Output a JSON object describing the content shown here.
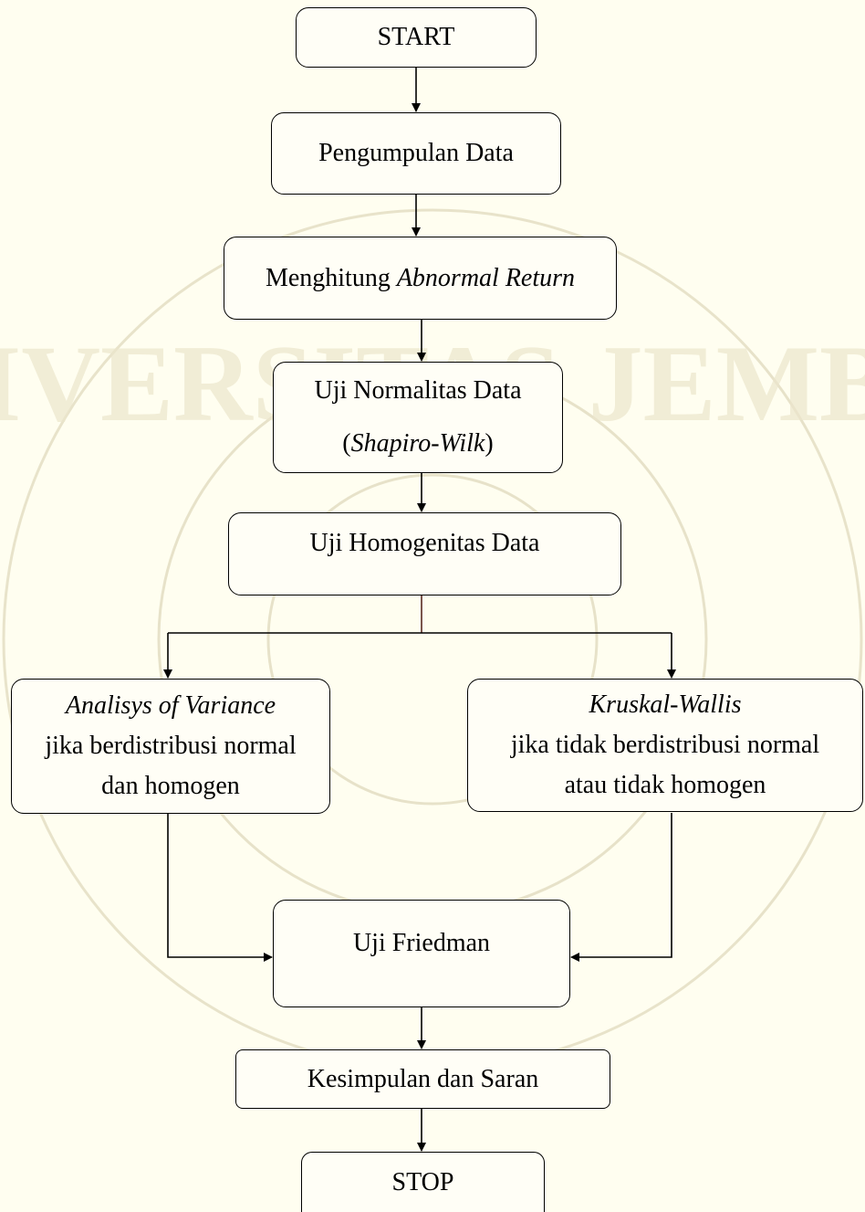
{
  "watermark": {
    "color": "#c9c2a0",
    "text": "UNIVERSITAS JEMBER"
  },
  "colors": {
    "background": "#fffef0",
    "box_fill": "#fffef6",
    "stroke": "#000000",
    "split_line": "#5a2a22"
  },
  "nodes": {
    "start": {
      "label": "START"
    },
    "pengumpulan": {
      "label": "Pengumpulan Data"
    },
    "menghitung": {
      "label_a": "Menghitung ",
      "label_b": "Abnormal Return"
    },
    "normalitas": {
      "line1": "Uji Normalitas Data",
      "line2_open": "(",
      "line2_italic": "Shapiro-Wilk",
      "line2_close": ")"
    },
    "homogenitas": {
      "label": "Uji Homogenitas Data"
    },
    "anova": {
      "line1": "Analisys of Variance",
      "line2": "jika berdistribusi normal",
      "line3": "dan homogen"
    },
    "kruskal": {
      "line1": "Kruskal-Wallis",
      "line2": "jika tidak berdistribusi normal",
      "line3": "atau tidak homogen"
    },
    "friedman": {
      "label": "Uji Friedman"
    },
    "kesimpulan": {
      "label": "Kesimpulan dan Saran"
    },
    "stop": {
      "label": "STOP"
    }
  }
}
